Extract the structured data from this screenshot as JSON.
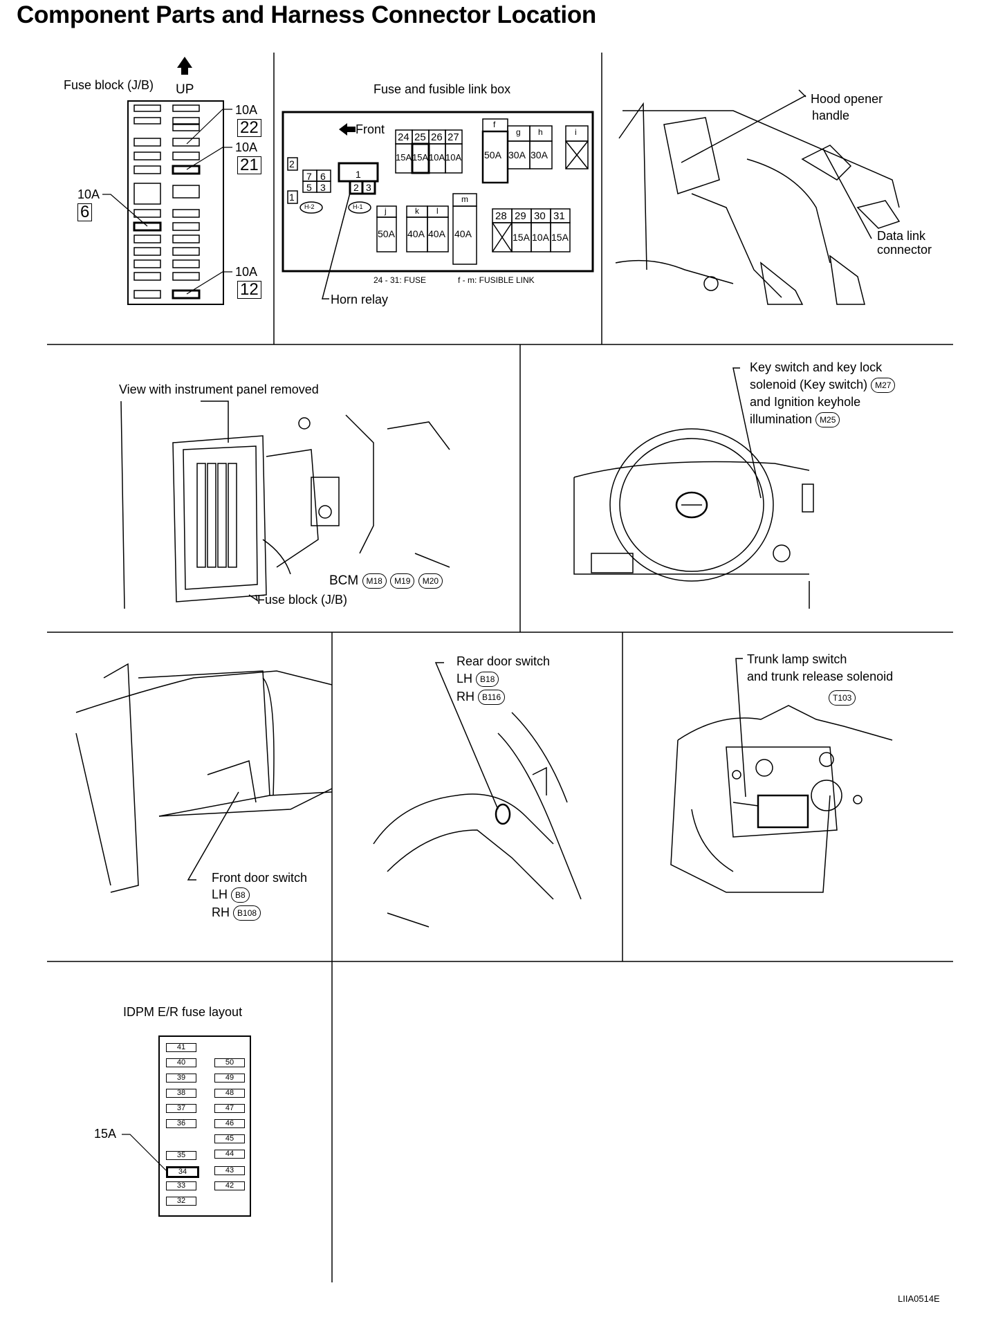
{
  "title": "Component Parts and Harness Connector Location",
  "doc_id": "LIIA0514E",
  "fuse_block_jb": {
    "label": "Fuse block (J/B)",
    "up": "UP",
    "callouts": [
      {
        "amp": "10A",
        "num": "22"
      },
      {
        "amp": "10A",
        "num": "21"
      },
      {
        "amp": "10A",
        "num": "6"
      },
      {
        "amp": "10A",
        "num": "12"
      }
    ]
  },
  "fuse_fusible_link_box": {
    "label": "Fuse and fusible link box",
    "front": "Front",
    "fuse_nums_top": [
      "24",
      "25",
      "26",
      "27"
    ],
    "fuse_amps_top": [
      "15A",
      "15A",
      "10A",
      "10A"
    ],
    "links_top": [
      "f",
      "g",
      "h",
      "i"
    ],
    "links_top_amps": [
      "50A",
      "30A",
      "30A"
    ],
    "relay_nums": [
      "2",
      "7",
      "6",
      "5",
      "3",
      "1",
      "1",
      "2",
      "3"
    ],
    "relay_tags": [
      "H-2",
      "H-1"
    ],
    "links_bottom": [
      "j",
      "k",
      "l",
      "m"
    ],
    "links_bottom_amps": [
      "50A",
      "40A",
      "40A",
      "40A"
    ],
    "fuse_nums_bottom": [
      "28",
      "29",
      "30",
      "31"
    ],
    "fuse_amps_bottom": [
      "15A",
      "10A",
      "15A"
    ],
    "legend_fuse": "24 - 31: FUSE",
    "legend_link": "f - m: FUSIBLE LINK",
    "horn_relay": "Horn relay"
  },
  "hood_panel": {
    "hood_opener": "Hood opener",
    "handle": "handle",
    "data_link": "Data link",
    "connector": "connector"
  },
  "instrument_panel": {
    "caption": "View with instrument panel removed",
    "bcm": "BCM",
    "connectors": [
      "M18",
      "M19",
      "M20"
    ],
    "fuse_block": "Fuse block (J/B)"
  },
  "key_switch": {
    "line1": "Key switch and key lock",
    "line2": "solenoid (Key switch)",
    "conn1": "M27",
    "line3": "and Ignition keyhole",
    "line4": "illumination",
    "conn2": "M25"
  },
  "front_door": {
    "label": "Front door switch",
    "lh": "LH",
    "lh_conn": "B8",
    "rh": "RH",
    "rh_conn": "B108"
  },
  "rear_door": {
    "label": "Rear door switch",
    "lh": "LH",
    "lh_conn": "B18",
    "rh": "RH",
    "rh_conn": "B116"
  },
  "trunk": {
    "line1": "Trunk lamp switch",
    "line2": "and trunk release solenoid",
    "conn": "T103"
  },
  "ipdm": {
    "label": "IDPM E/R fuse layout",
    "callout": "15A",
    "left_col": [
      "41",
      "40",
      "39",
      "38",
      "37",
      "36",
      "35",
      "34",
      "33",
      "32"
    ],
    "right_col": [
      "50",
      "49",
      "48",
      "47",
      "46",
      "45",
      "44",
      "43",
      "42"
    ]
  }
}
